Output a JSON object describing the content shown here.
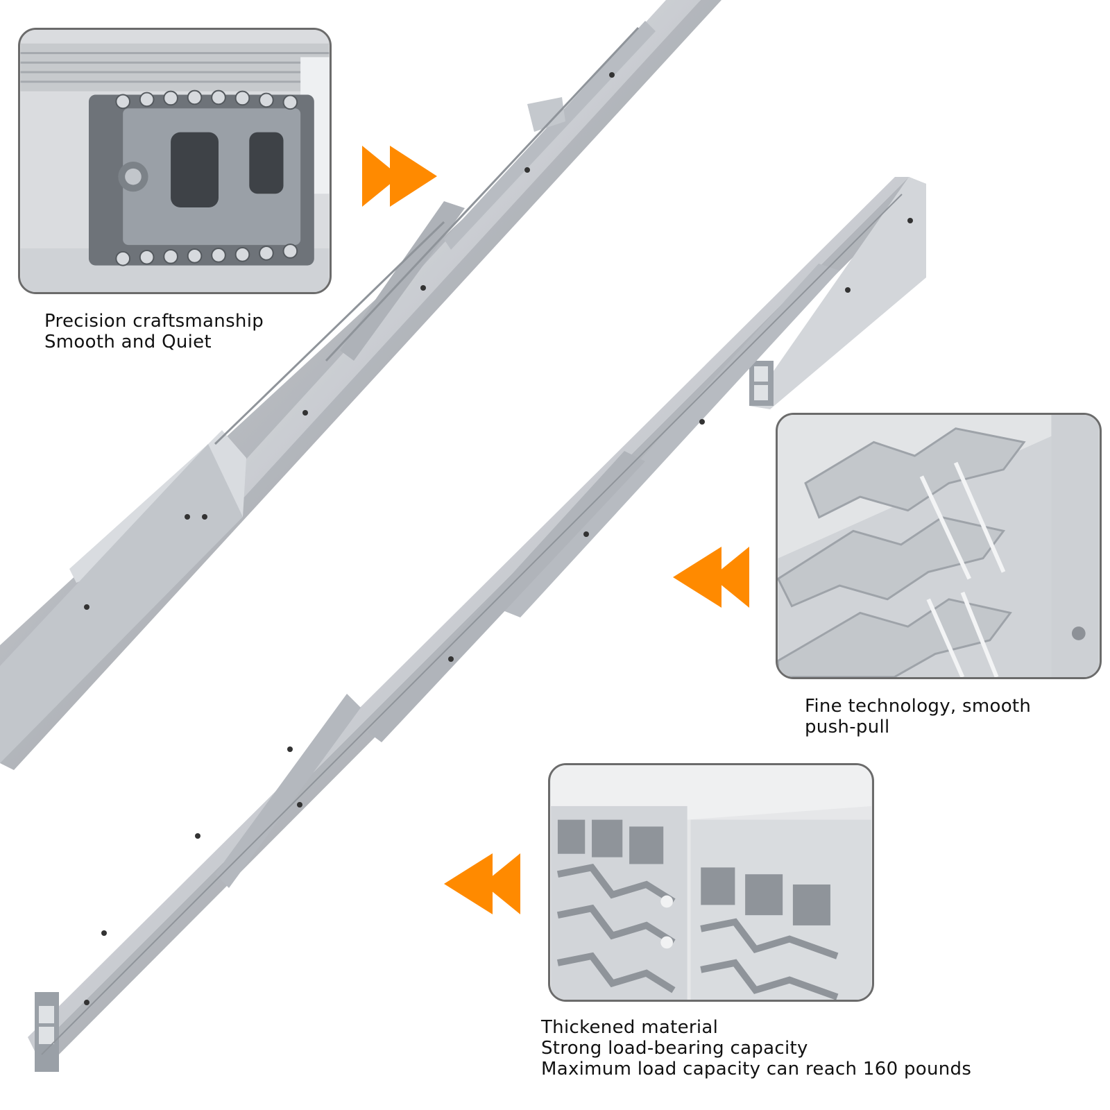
{
  "accent_color": "#ff8a00",
  "features": [
    {
      "icon": "ball-bearing-carriage-closeup",
      "lines": [
        "Precision craftsmanship",
        "Smooth and Quiet"
      ]
    },
    {
      "icon": "rail-groove-profile-closeup",
      "lines": [
        "Fine technology, smooth",
        "push-pull"
      ]
    },
    {
      "icon": "thickened-rail-cross-section-closeup",
      "lines": [
        "Thickened material",
        "Strong load-bearing capacity",
        "Maximum load capacity can reach 160 pounds"
      ]
    }
  ]
}
